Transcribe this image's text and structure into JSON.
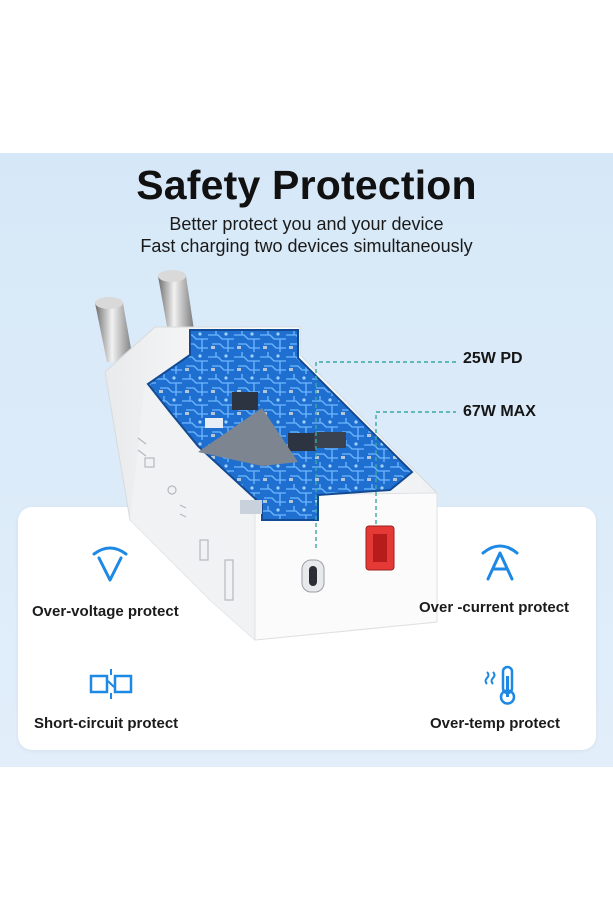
{
  "header": {
    "title": "Safety Protection",
    "subtitle_line1": "Better protect you and your device",
    "subtitle_line2": "Fast charging two devices simultaneously"
  },
  "callouts": {
    "pd": "25W PD",
    "max": "67W MAX"
  },
  "features": [
    {
      "label": "Over-voltage protect",
      "icon": "voltage-v-icon"
    },
    {
      "label": "Over -current protect",
      "icon": "current-a-icon"
    },
    {
      "label": "Short-circuit protect",
      "icon": "short-circuit-icon"
    },
    {
      "label": "Over-temp protect",
      "icon": "thermometer-icon"
    }
  ],
  "colors": {
    "accent": "#1e88e5",
    "background": "#dbeaf8",
    "usb_a_port": "#e53935",
    "callout_line": "#3aa99f",
    "circuit": "#1f6fd0"
  }
}
